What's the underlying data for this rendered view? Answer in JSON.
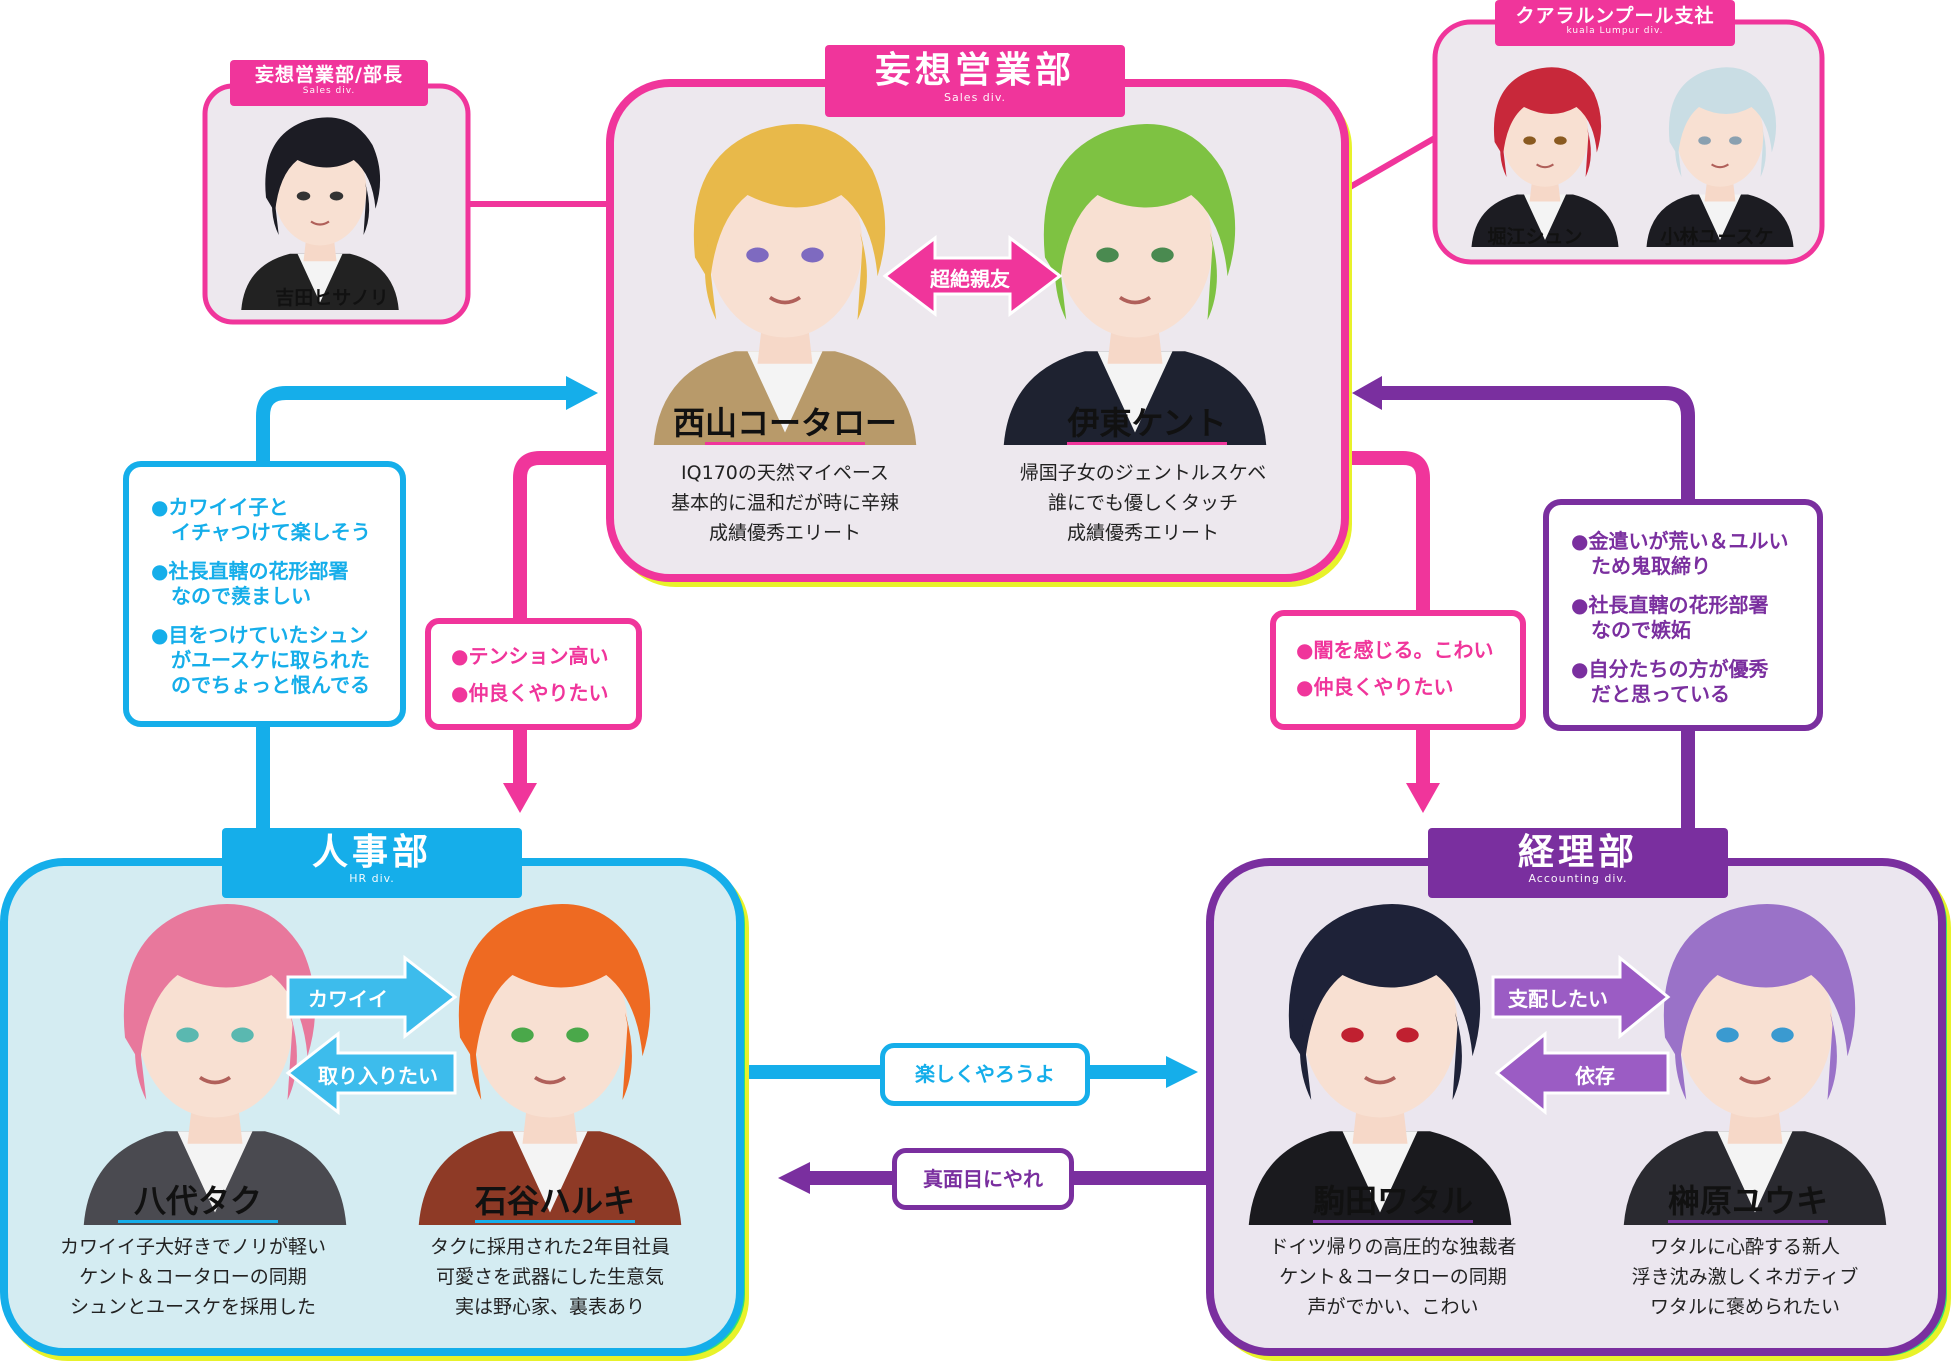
{
  "colors": {
    "sales": "#f0359b",
    "hr": "#15aeea",
    "accounting": "#7a2f9f",
    "neon_yellow": "#e8f22a",
    "neon_green": "#34e36e",
    "panel_sales": "#ede8ee",
    "panel_hr": "#d4ecf2",
    "panel_accounting": "#ebe6ef"
  },
  "sales_manager": {
    "tab": "妄想営業部/部長",
    "tab_sub": "Sales div.",
    "name": "吉田ヒサノリ"
  },
  "kl_branch": {
    "tab": "クアラルンプール支社",
    "tab_sub": "kuala Lumpur div.",
    "members": [
      {
        "name": "堀江シュン",
        "icon": "red-hair-portrait"
      },
      {
        "name": "小林ユースケ",
        "icon": "silver-hair-portrait"
      }
    ]
  },
  "sales": {
    "tab": "妄想営業部",
    "tab_sub": "Sales div.",
    "relation": "超絶親友",
    "members": [
      {
        "name": "西山コータロー",
        "desc": [
          "IQ170の天然マイペース",
          "基本的に温和だが時に辛辣",
          "成績優秀エリート"
        ]
      },
      {
        "name": "伊東ケント",
        "desc": [
          "帰国子女のジェントルスケベ",
          "誰にでも優しくタッチ",
          "成績優秀エリート"
        ]
      }
    ]
  },
  "hr": {
    "tab": "人事部",
    "tab_sub": "HR div.",
    "arrow_right": "カワイイ",
    "arrow_left": "取り入りたい",
    "members": [
      {
        "name": "八代タク",
        "desc": [
          "カワイイ子大好きでノリが軽い",
          "ケント＆コータローの同期",
          "シュンとユースケを採用した"
        ]
      },
      {
        "name": "石谷ハルキ",
        "desc": [
          "タクに採用された2年目社員",
          "可愛さを武器にした生意気",
          "実は野心家、裏表あり"
        ]
      }
    ]
  },
  "accounting": {
    "tab": "経理部",
    "tab_sub": "Accounting  div.",
    "arrow_right": "支配したい",
    "arrow_left": "依存",
    "members": [
      {
        "name": "駒田ワタル",
        "desc": [
          "ドイツ帰りの高圧的な独裁者",
          "ケント＆コータローの同期",
          "声がでかい、こわい"
        ]
      },
      {
        "name": "榊原ユウキ",
        "desc": [
          "ワタルに心酔する新人",
          "浮き沈み激しくネガティブ",
          "ワタルに褒められたい"
        ]
      }
    ]
  },
  "notes": {
    "hr_to_sales": [
      "●カワイイ子と",
      "　イチャつけて楽しそう",
      "●社長直轄の花形部署",
      "　なので羨ましい",
      "●目をつけていたシュン",
      "　がユースケに取られた",
      "　のでちょっと恨んでる"
    ],
    "sales_to_hr": [
      "●テンション高い",
      "●仲良くやりたい"
    ],
    "sales_to_accounting": [
      "●闇を感じる。こわい",
      "●仲良くやりたい"
    ],
    "accounting_to_sales": [
      "●金遣いが荒い＆ユルい",
      "　ため鬼取締り",
      "●社長直轄の花形部署",
      "　なので嫉妬",
      "●自分たちの方が優秀",
      "　だと思っている"
    ],
    "hr_to_accounting": "楽しくやろうよ",
    "accounting_to_hr": "真面目にやれ"
  }
}
